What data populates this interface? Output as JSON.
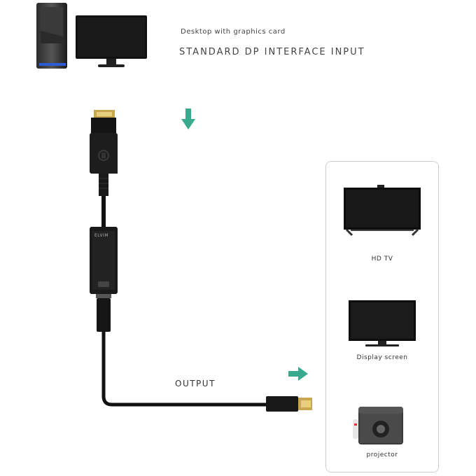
{
  "source": {
    "caption": "Desktop with graphics card",
    "title": "STANDARD DP INTERFACE INPUT",
    "icons": [
      "desktop-tower-icon",
      "monitor-icon"
    ]
  },
  "adapter": {
    "output_label": "OUTPUT",
    "brand_text": "ELVIM",
    "arrow_color": "#3aaa8e"
  },
  "devices": {
    "items": [
      {
        "label": "HD TV",
        "icon": "hdtv-icon"
      },
      {
        "label": "Display screen",
        "icon": "display-screen-icon"
      },
      {
        "label": "projector",
        "icon": "projector-icon"
      }
    ]
  }
}
